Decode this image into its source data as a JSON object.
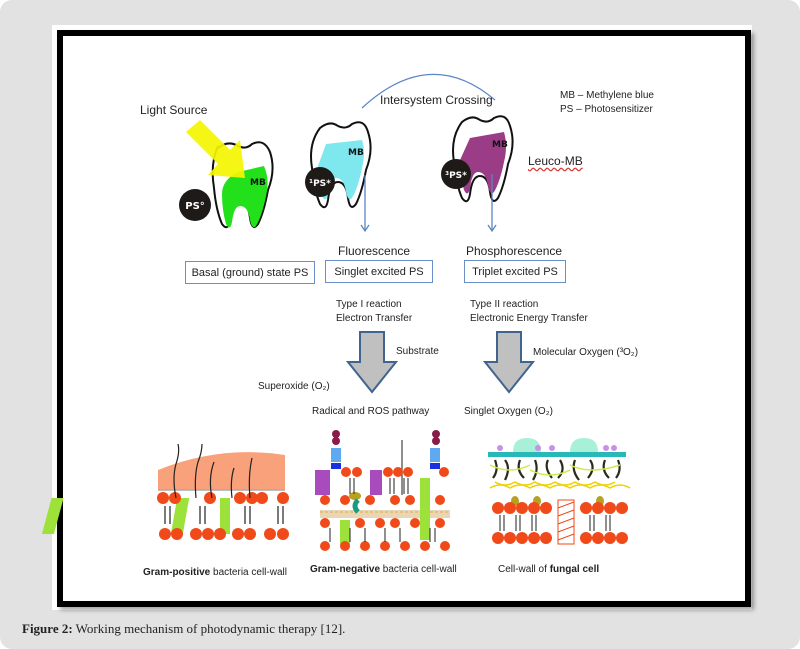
{
  "figure": {
    "caption_label": "Figure 2:",
    "caption_text": " Working mechanism of photodynamic therapy [12]."
  },
  "legend": {
    "line1": "MB – Methylene blue",
    "line2": "PS – Photosensitizer"
  },
  "labels": {
    "light_source": "Light Source",
    "intersystem_crossing": "Intersystem Crossing",
    "leuco_mb": "Leuco-MB",
    "fluorescence": "Fluorescence",
    "phosphorescence": "Phosphorescence",
    "type1_line1": "Type I reaction",
    "type1_line2": "Electron Transfer",
    "type2_line1": "Type II reaction",
    "type2_line2": "Electronic Energy Transfer",
    "substrate": "Substrate",
    "molecular_oxygen": "Molecular Oxygen (³O₂)",
    "superoxide": "Superoxide (O₂)",
    "radical_ros": "Radical and ROS pathway",
    "singlet_oxygen": "Singlet Oxygen (O₂)"
  },
  "states": [
    {
      "box": "Basal (ground) state PS",
      "badge": "PS°",
      "tooth_fill": "#22e01a",
      "tooth_label": "MB"
    },
    {
      "box": "Singlet excited PS",
      "badge": "¹PS*",
      "tooth_fill": "#7fe8ee",
      "tooth_label": "MB"
    },
    {
      "box": "Triplet excited PS",
      "badge": "³PS*",
      "tooth_fill": "#9a3c86",
      "tooth_label": "MB"
    }
  ],
  "cell_walls": [
    {
      "bold": "Gram-positive",
      "rest": " bacteria cell-wall"
    },
    {
      "bold": "Gram-negative",
      "rest": " bacteria cell-wall"
    },
    {
      "prefix": "Cell-wall of ",
      "bold": "fungal cell"
    }
  ],
  "colors": {
    "light_arrow": "#f5f500",
    "flow_arrow": "#5b86c4",
    "big_arrow_fill": "#c0c0c0",
    "big_arrow_stroke": "#41648f",
    "lipid_head": "#f04a1a",
    "protein_green": "#9de23a",
    "peptidoglycan": "#f9a17a"
  }
}
